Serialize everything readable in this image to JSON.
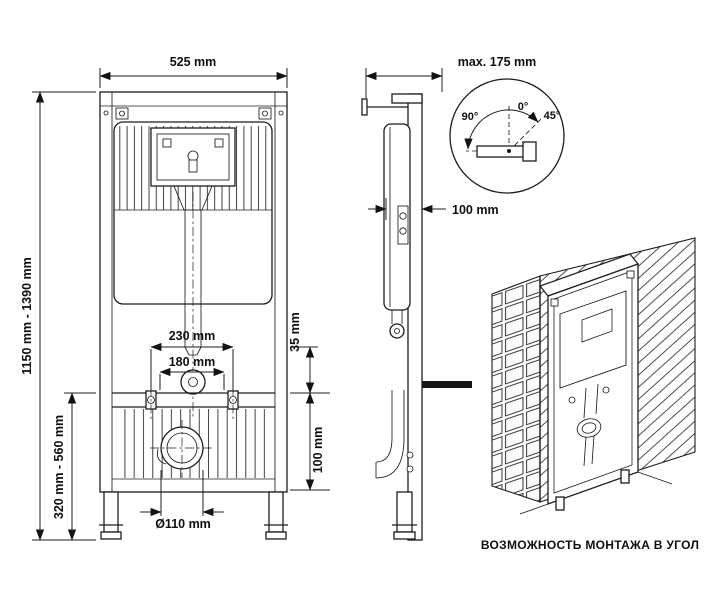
{
  "front_view": {
    "width": "525 mm",
    "height_range": "1150 mm - 1390 mm",
    "lower_height_range": "320 mm - 560 mm",
    "bolt_spacing_wide": "230 mm",
    "bolt_spacing_narrow": "180 mm",
    "flush_offset": "35 mm",
    "drain_offset": "100 mm",
    "drain_diameter": "Ø110 mm"
  },
  "side_view": {
    "max_depth": "max. 175 mm",
    "inlet_offset": "100 mm"
  },
  "rotation_detail": {
    "angle_left": "90°",
    "angle_top": "0°",
    "angle_right": "45°"
  },
  "corner_view": {
    "caption": "ВОЗМОЖНОСТЬ МОНТАЖА В УГОЛ"
  }
}
